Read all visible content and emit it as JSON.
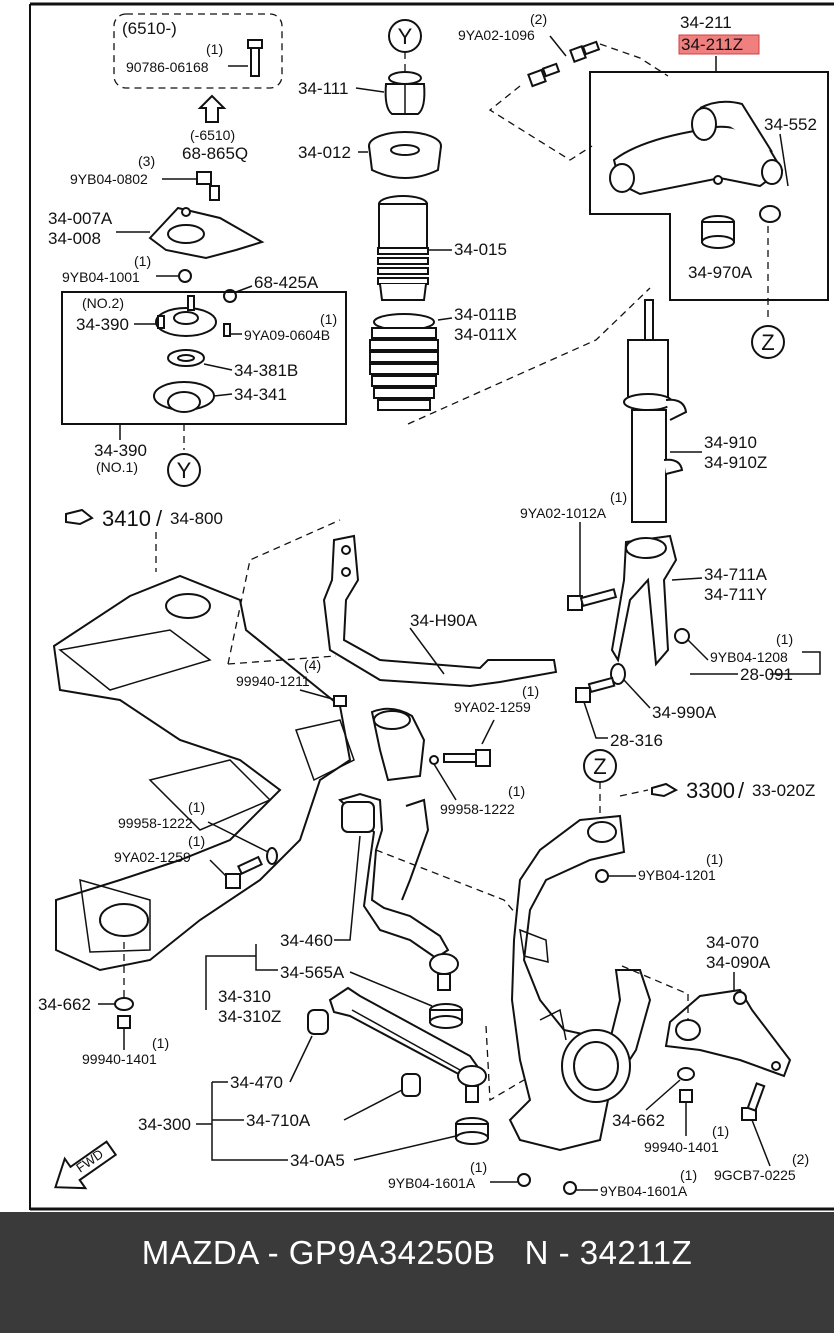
{
  "diagram": {
    "highlight_color": "#f08080",
    "labels": {
      "hdr_6510": "(6510-)",
      "q_1a": "(1)",
      "p_90786": "90786-06168",
      "hdr_m6510": "(-6510)",
      "p_68865q": "68-865Q",
      "q_3a": "(3)",
      "p_9yb04_0802": "9YB04-0802",
      "p_34007a": "34-007A",
      "p_34008": "34-008",
      "q_1b": "(1)",
      "p_9yb04_1001": "9YB04-1001",
      "p_68425a": "68-425A",
      "no2": "(NO.2)",
      "q_1c": "(1)",
      "p_34390a": "34-390",
      "p_9ya09": "9YA09-0604B",
      "p_34381b": "34-381B",
      "p_34341": "34-341",
      "p_34390b": "34-390",
      "no1": "(NO.1)",
      "y_top": "Y",
      "y_bottom": "Y",
      "p_34111": "34-111",
      "p_34012": "34-012",
      "p_34015": "34-015",
      "p_34011b": "34-011B",
      "p_34011x": "34-011X",
      "q_2a": "(2)",
      "p_9ya02_1096": "9YA02-1096",
      "p_34211": "34-211",
      "p_34211z": "34-211Z",
      "p_34552": "34-552",
      "p_34970a": "34-970A",
      "z_top": "Z",
      "z_mid": "Z",
      "ref_3410": "3410",
      "ref_34800": "34-800",
      "p_34h90a": "34-H90A",
      "q_4": "(4)",
      "p_99940_1211": "99940-1211",
      "q_1d": "(1)",
      "p_9ya02_1259a": "9YA02-1259",
      "q_1e": "(1)",
      "p_99958_1222a": "99958-1222",
      "q_1f": "(1)",
      "p_99958_1222b": "99958-1222",
      "q_1g": "(1)",
      "p_9ya02_1259b": "9YA02-1259",
      "q_1h": "(1)",
      "p_9ya02_1012a": "9YA02-1012A",
      "p_34910": "34-910",
      "p_34910z": "34-910Z",
      "p_34711a": "34-711A",
      "p_34711y": "34-711Y",
      "q_1i": "(1)",
      "p_9yb04_1208": "9YB04-1208",
      "p_28091": "28-091",
      "p_34990a": "34-990A",
      "p_28316": "28-316",
      "ref_3300": "3300",
      "ref_33020z": "33-020Z",
      "q_1j": "(1)",
      "p_9yb04_1201": "9YB04-1201",
      "p_34460": "34-460",
      "p_34565a": "34-565A",
      "p_34310": "34-310",
      "p_34310z": "34-310Z",
      "p_34662a": "34-662",
      "q_1k": "(1)",
      "p_99940_1401a": "99940-1401",
      "p_34470": "34-470",
      "p_34300": "34-300",
      "p_34710a": "34-710A",
      "p_340a5": "34-0A5",
      "q_1l": "(1)",
      "p_9yb04_1601a_a": "9YB04-1601A",
      "q_1m": "(1)",
      "p_9yb04_1601a_b": "9YB04-1601A",
      "p_34070": "34-070",
      "p_34090a": "34-090A",
      "p_34662b": "34-662",
      "q_1n": "(1)",
      "p_99940_1401b": "99940-1401",
      "q_2b": "(2)",
      "p_9gcb7": "9GCB7-0225",
      "fwd": "FWD"
    }
  },
  "footer": {
    "caption": "MAZDA - GP9A34250B   N - 34211Z"
  }
}
